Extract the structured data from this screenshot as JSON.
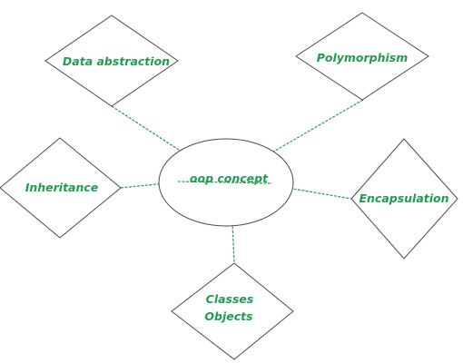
{
  "diagram": {
    "center": {
      "label": "oop concept"
    },
    "nodes": [
      {
        "id": "data-abstraction",
        "label": "Data abstraction"
      },
      {
        "id": "polymorphism",
        "label": "Polymorphism"
      },
      {
        "id": "inheritance",
        "label": "Inheritance"
      },
      {
        "id": "encapsulation",
        "label": "Encapsulation"
      },
      {
        "id": "classes-objects",
        "label_line1": "Classes",
        "label_line2": "Objects"
      }
    ],
    "colors": {
      "label": "#1e9e4e",
      "connector": "#2a9a4a",
      "outline": "#4a4a4a",
      "background": "#ffffff"
    }
  }
}
